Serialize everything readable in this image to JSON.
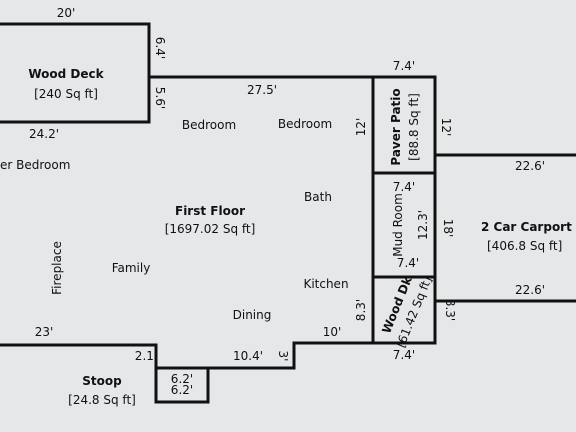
{
  "rooms": {
    "wood_deck": {
      "name": "Wood Deck",
      "area": "[240 Sq ft]"
    },
    "first_floor": {
      "name": "First Floor",
      "area": "[1697.02 Sq ft]"
    },
    "paver_patio": {
      "name": "Paver Patio",
      "area": "[88.8 Sq ft]"
    },
    "carport": {
      "name": "2 Car Carport",
      "area": "[406.8 Sq ft]"
    },
    "wood_dk": {
      "name": "Wood Dk",
      "area": "[61.42 Sq ft]"
    },
    "stoop": {
      "name": "Stoop",
      "area": "[24.8 Sq ft]"
    }
  },
  "areas": {
    "bedroom_1": "Bedroom",
    "bedroom_2": "Bedroom",
    "master_bedroom": "er Bedroom",
    "bath": "Bath",
    "mud_room": "Mud Room",
    "family": "Family",
    "fireplace": "Fireplace",
    "kitchen": "Kitchen",
    "dining": "Dining"
  },
  "dimensions": {
    "deck_top": "20'",
    "deck_side_upper": "6.4'",
    "deck_side_lower": "5.6'",
    "deck_bottom": "24.2'",
    "house_top": "27.5'",
    "patio_top": "7.4'",
    "patio_left": "12'",
    "patio_right": "12'",
    "patio_bottom": "7.4'",
    "mud_room_height": "12.3'",
    "mud_room_bottom": "7.4'",
    "carport_top": "22.6'",
    "carport_height": "18'",
    "carport_bottom": "22.6'",
    "dk_left": "8.3'",
    "dk_right": "8.3'",
    "dk_bottom": "7.4'",
    "kitchen_wall": "10'",
    "house_bottom_left": "23'",
    "stoop_jog": "2.1'",
    "bottom_mid": "10.4'",
    "step": "3'",
    "stoop_top": "6.2'",
    "stoop_bottom": "6.2'"
  }
}
